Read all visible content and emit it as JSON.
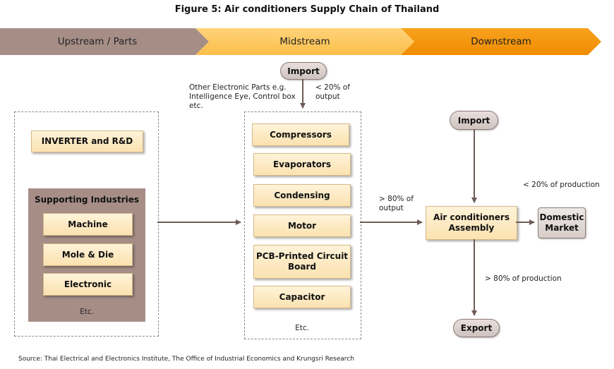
{
  "title": "Figure 5: Air conditioners Supply Chain of Thailand",
  "stages": {
    "upstream": "Upstream / Parts",
    "midstream": "Midstream",
    "downstream": "Downstream"
  },
  "upstream": {
    "inverter": "INVERTER and R&D",
    "supporting_title": "Supporting Industries",
    "items": [
      "Machine",
      "Mole & Die",
      "Electronic"
    ],
    "etc": "Etc."
  },
  "midstream": {
    "import": "Import",
    "other_parts_note": [
      "Other Electronic Parts e.g.",
      "Intelligence Eye, Control box",
      "etc."
    ],
    "import_share": [
      "< 20% of",
      "output"
    ],
    "items": [
      "Compressors",
      "Evaporators",
      "Condensing",
      "Motor",
      "PCB-Printed Circuit Board",
      "Capacitor"
    ],
    "etc": "Etc.",
    "output_share": [
      "> 80% of",
      "output"
    ]
  },
  "downstream": {
    "import": "Import",
    "assembly": [
      "Air conditioners",
      "Assembly"
    ],
    "domestic": [
      "Domestic",
      "Market"
    ],
    "domestic_share": "< 20% of production",
    "export_share": "> 80% of production",
    "export": "Export"
  },
  "source": "Source: Thai Electrical and Electronics Institute, The Office of Industrial Economics and Krungsri Research",
  "colors": {
    "upstream_bar": "#a68e87",
    "midstream_bar": "#fbbf4a",
    "downstream_bar": "#f08c00",
    "arrow": "#6e5a56"
  }
}
